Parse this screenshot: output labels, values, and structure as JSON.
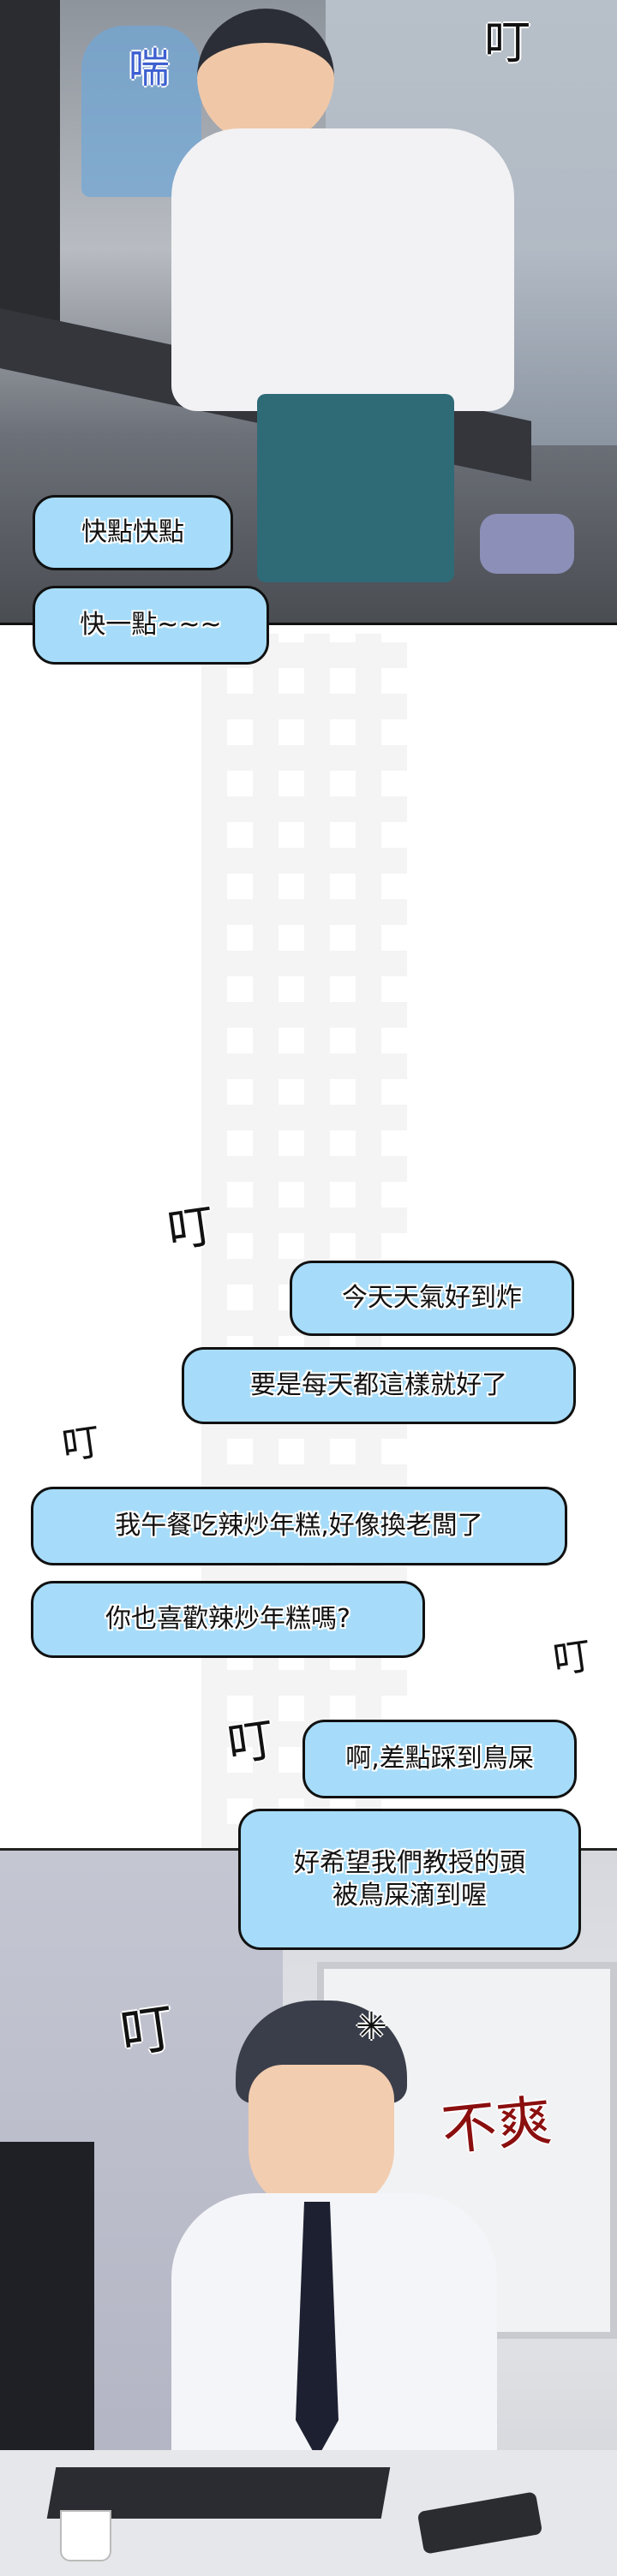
{
  "panel1": {
    "sfx_pant": "喘",
    "sfx_ding": "叮",
    "bubbles": [
      "快點快點",
      "快一點~~~"
    ]
  },
  "chat": {
    "sfx_ding": "叮",
    "bubbles": [
      "今天天氣好到炸",
      "要是每天都這樣就好了",
      "我午餐吃辣炒年糕,好像換老闆了",
      "你也喜歡辣炒年糕嗎?",
      "啊,差點踩到鳥屎",
      "好希望我們教授的頭\n被鳥屎滴到喔"
    ]
  },
  "panel2": {
    "sfx_ding": "叮",
    "sfx_annoyed": "不爽"
  },
  "colors": {
    "bubble": "#a6dcf9",
    "annoyed": "#8b0f0f"
  }
}
